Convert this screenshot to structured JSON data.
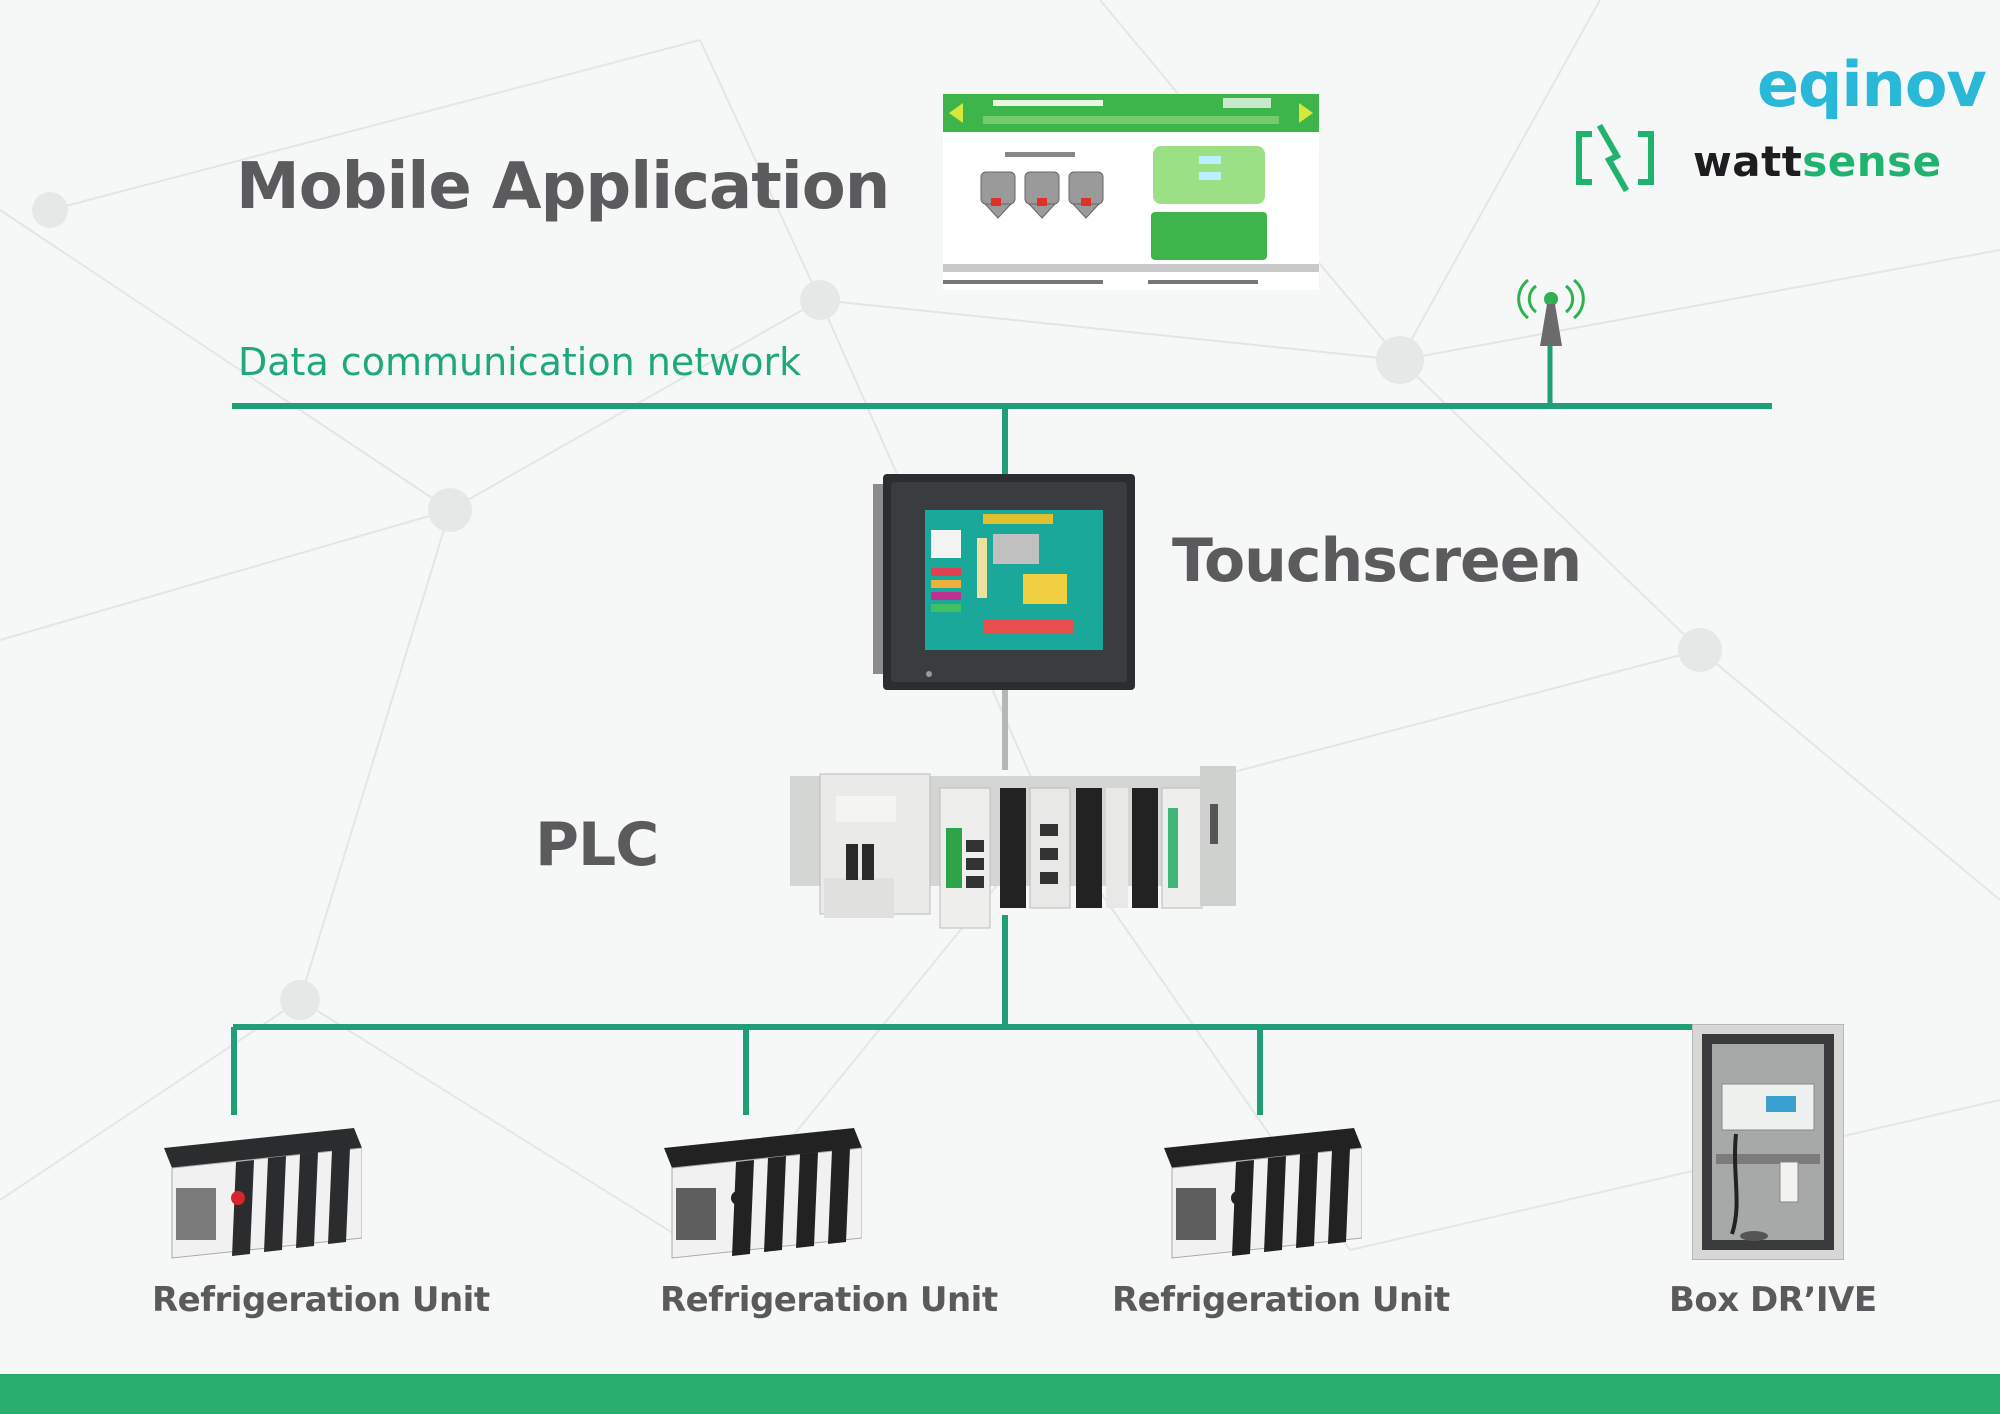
{
  "diagram": {
    "mobile_app_label": "Mobile Application",
    "network_label": "Data communication network",
    "touchscreen_label": "Touchscreen",
    "plc_label": "PLC",
    "units": [
      {
        "label": "Refrigeration Unit"
      },
      {
        "label": "Refrigeration Unit"
      },
      {
        "label": "Refrigeration Unit"
      },
      {
        "label": "Box DR’IVE"
      }
    ]
  },
  "logos": {
    "eqinov": "eqinov",
    "wattsense_dark": "watt",
    "wattsense_green": "sense"
  },
  "colors": {
    "line": "#1f9e78",
    "footer": "#27ad6d",
    "accent_blue": "#29b8d8",
    "heading": "#5b5b5e"
  }
}
